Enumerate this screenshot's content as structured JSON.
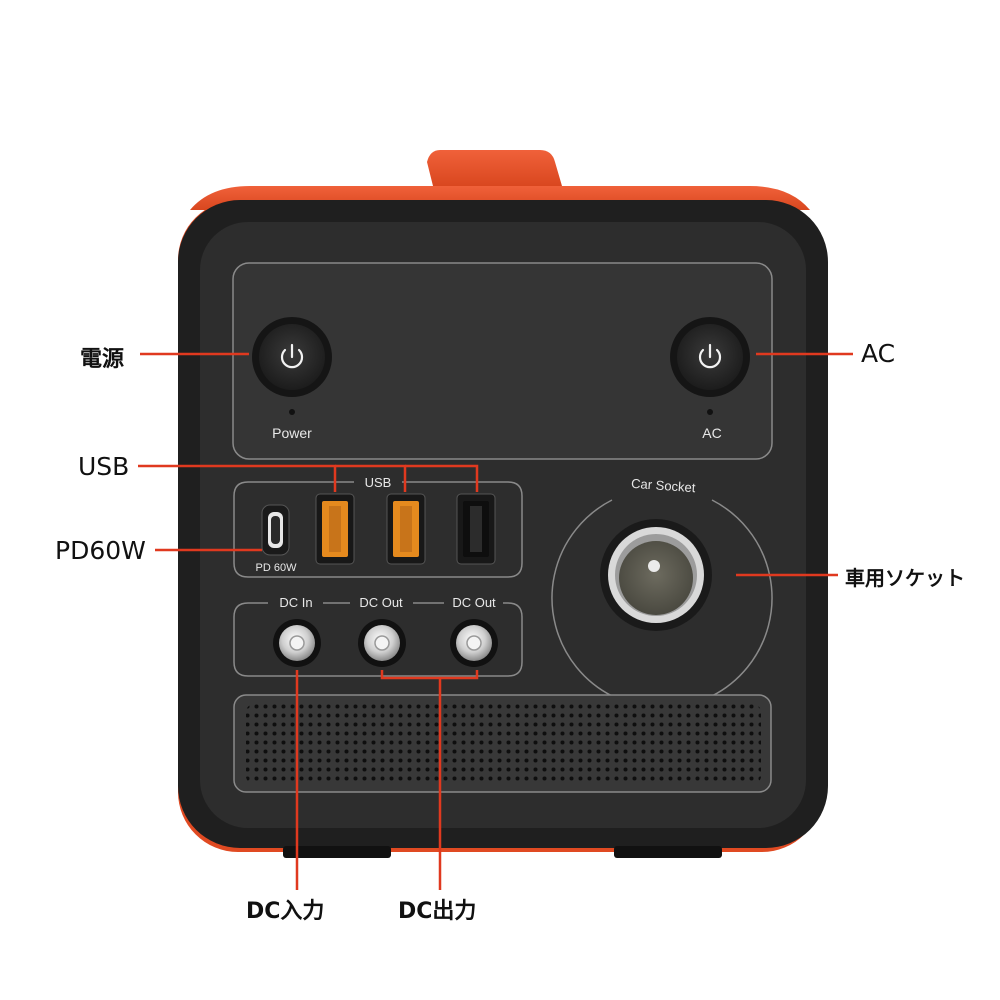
{
  "device": {
    "colors": {
      "accent": "#e8542e",
      "body": "#2a2a2a",
      "panel": "#363636",
      "callout_line": "#e0391f"
    },
    "panel_labels": {
      "power": "Power",
      "ac": "AC",
      "usb": "USB",
      "pd": "PD 60W",
      "dc_in": "DC In",
      "dc_out_1": "DC Out",
      "dc_out_2": "DC Out",
      "car_socket": "Car Socket"
    }
  },
  "callouts": {
    "power": "電源",
    "ac": "AC",
    "usb": "USB",
    "pd": "PD60W",
    "car_socket": "車用ソケット",
    "dc_in": "DC入力",
    "dc_out": "DC出力"
  }
}
